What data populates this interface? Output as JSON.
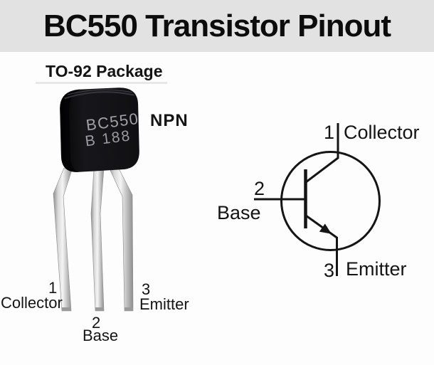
{
  "title": "BC550 Transistor Pinout",
  "photo": {
    "package_label": "TO-92 Package",
    "type_label": "NPN",
    "marking_line1": "BC550",
    "marking_line2": "B 188",
    "pins": [
      {
        "number": "1",
        "name": "Collector"
      },
      {
        "number": "2",
        "name": "Base"
      },
      {
        "number": "3",
        "name": "Emitter"
      }
    ]
  },
  "schematic": {
    "pins": [
      {
        "number": "1",
        "name": "Collector"
      },
      {
        "number": "2",
        "name": "Base"
      },
      {
        "number": "3",
        "name": "Emitter"
      }
    ]
  },
  "colors": {
    "title_band": "#e2e2e2",
    "ink": "#111111",
    "transistor_body": "#141417",
    "body_marking": "#a0a0a8",
    "leg_metal": "#d8d8d8"
  }
}
